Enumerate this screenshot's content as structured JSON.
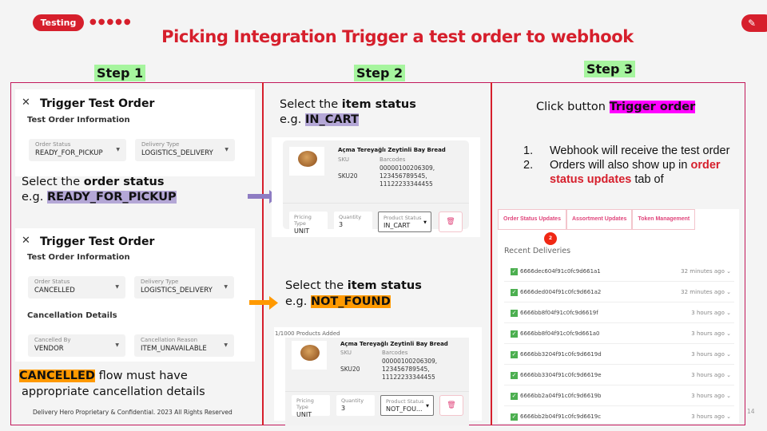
{
  "header": {
    "badge": "Testing",
    "dots": "●●●●●",
    "title": "Picking Integration Trigger a test order to webhook",
    "logo_icon": "pen-icon"
  },
  "steps": [
    "Step 1",
    "Step 2",
    "Step 3"
  ],
  "step1": {
    "card1": {
      "title": "Trigger Test Order",
      "section": "Test Order Information",
      "order_status_label": "Order Status",
      "order_status": "READY_FOR_PICKUP",
      "delivery_type_label": "Delivery Type",
      "delivery_type": "LOGISTICS_DELIVERY"
    },
    "text1a": "Select the ",
    "text1b": "order status",
    "text1c": "e.g. ",
    "text1d": "READY_FOR_PICKUP",
    "card2": {
      "title": "Trigger Test Order",
      "section": "Test Order Information",
      "order_status_label": "Order Status",
      "order_status": "CANCELLED",
      "delivery_type_label": "Delivery Type",
      "delivery_type": "LOGISTICS_DELIVERY",
      "cancel_section": "Cancellation Details",
      "cancelled_by_label": "Cancelled By",
      "cancelled_by": "VENDOR",
      "reason_label": "Cancellation Reason",
      "reason": "ITEM_UNAVAILABLE"
    },
    "text2a": "CANCELLED",
    "text2b": " flow must have",
    "text2c": "appropriate cancellation details",
    "footer": "Delivery Hero Proprietary & Confidential. 2023 All Rights Reserved"
  },
  "step2": {
    "text1a": "Select the ",
    "text1b": "item status",
    "text1c": "e.g. ",
    "text1d": "IN_CART",
    "text2a": "Select the ",
    "text2b": "item status",
    "text2c": "e.g. ",
    "text2d": "NOT_FOUND",
    "products_added": "1/1000 Products Added",
    "product": {
      "name": "Açma Tereyağlı Zeytinli Bay Bread",
      "sku_label": "SKU",
      "sku": "SKU20",
      "barcodes_label": "Barcodes",
      "barcodes": [
        "00000100206309,",
        "123456789545,",
        "11122233344455"
      ],
      "pricing_label": "Pricing Type",
      "pricing": "UNIT",
      "qty_label": "Quantity",
      "qty": "3",
      "status_label": "Product Status",
      "status1": "IN_CART",
      "status2": "NOT_FOU..."
    }
  },
  "step3": {
    "text_a": "Click button ",
    "text_b": "Trigger order",
    "list": [
      {
        "num": "1.",
        "text": "Webhook will receive the test order"
      },
      {
        "num": "2.",
        "text_a": "Orders will also show up in ",
        "text_b": "order status updates",
        "text_c": " tab of"
      }
    ],
    "tabs": [
      "Order Status Updates",
      "Assortment Updates",
      "Token Management"
    ],
    "marker": "2",
    "recent_title": "Recent Deliveries",
    "deliveries": [
      {
        "id": "6666dec604f91c0fc9d661a1",
        "time": "32 minutes ago"
      },
      {
        "id": "6666ded004f91c0fc9d661a2",
        "time": "32 minutes ago"
      },
      {
        "id": "6666bb8f04f91c0fc9d6619f",
        "time": "3 hours ago"
      },
      {
        "id": "6666bb8f04f91c0fc9d661a0",
        "time": "3 hours ago"
      },
      {
        "id": "6666bb3204f91c0fc9d6619d",
        "time": "3 hours ago"
      },
      {
        "id": "6666bb3304f91c0fc9d6619e",
        "time": "3 hours ago"
      },
      {
        "id": "6666bb2a04f91c0fc9d6619b",
        "time": "3 hours ago"
      },
      {
        "id": "6666bb2b04f91c0fc9d6619c",
        "time": "3 hours ago"
      }
    ]
  },
  "page_number": "14",
  "colors": {
    "brand": "#d61f2c",
    "step_highlight": "#a6f59e",
    "purple_highlight": "#b4a7d6",
    "orange_highlight": "#ff9900",
    "magenta_highlight": "#ff00ff"
  }
}
